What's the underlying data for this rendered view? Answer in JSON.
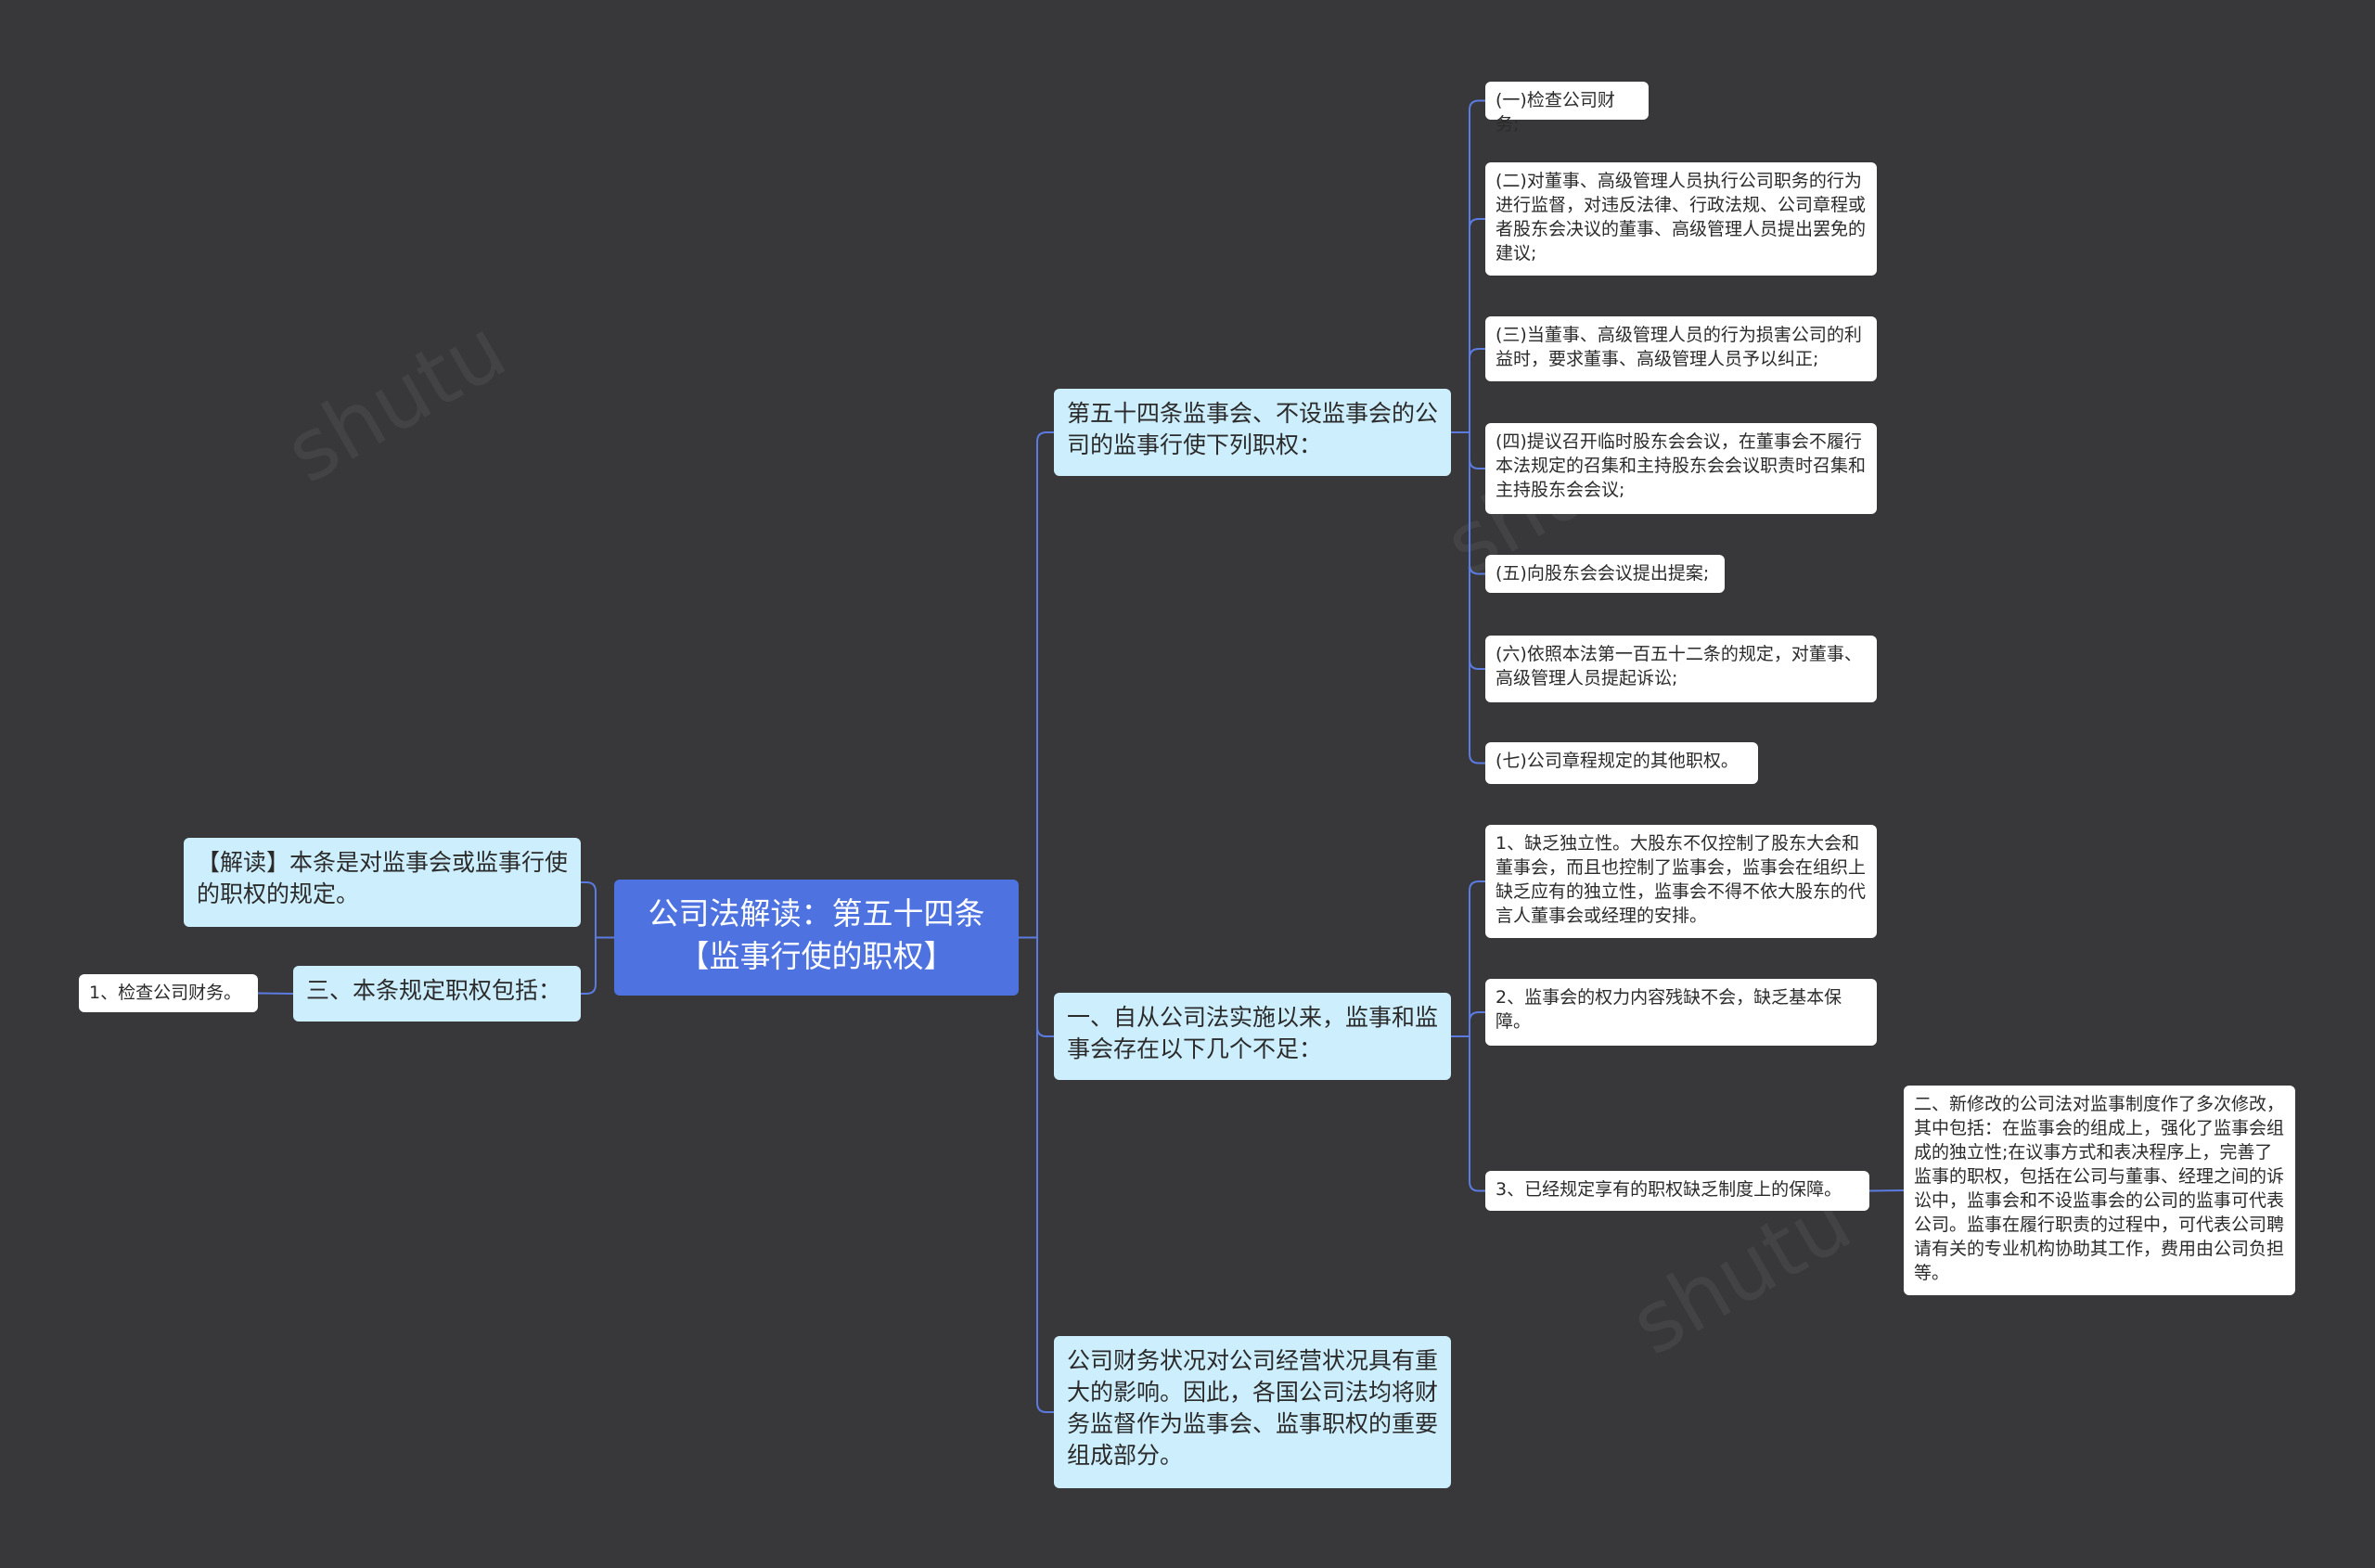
{
  "colors": {
    "background": "#38383a",
    "root_fill": "#4e73e0",
    "branch_fill": "#cdeefc",
    "leaf_fill": "#ffffff",
    "connector": "#5b7be0"
  },
  "watermark": "shutu",
  "mindmap": {
    "root": {
      "text": "公司法解读：第五十四条\n【监事行使的职权】"
    },
    "left": [
      {
        "text": "【解读】本条是对监事会或监事行使的职权的规定。"
      },
      {
        "text": "三、本条规定职权包括：",
        "children": [
          {
            "text": "1、检查公司财务。"
          }
        ]
      }
    ],
    "right": [
      {
        "text": "第五十四条监事会、不设监事会的公司的监事行使下列职权：",
        "children": [
          {
            "text": "(一)检查公司财务;"
          },
          {
            "text": "(二)对董事、高级管理人员执行公司职务的行为进行监督，对违反法律、行政法规、公司章程或者股东会决议的董事、高级管理人员提出罢免的建议;"
          },
          {
            "text": "(三)当董事、高级管理人员的行为损害公司的利益时，要求董事、高级管理人员予以纠正;"
          },
          {
            "text": "(四)提议召开临时股东会会议，在董事会不履行本法规定的召集和主持股东会会议职责时召集和主持股东会会议;"
          },
          {
            "text": "(五)向股东会会议提出提案;"
          },
          {
            "text": "(六)依照本法第一百五十二条的规定，对董事、高级管理人员提起诉讼;"
          },
          {
            "text": "(七)公司章程规定的其他职权。"
          }
        ]
      },
      {
        "text": "一、自从公司法实施以来，监事和监事会存在以下几个不足：",
        "children": [
          {
            "text": "1、缺乏独立性。大股东不仅控制了股东大会和董事会，而且也控制了监事会，监事会在组织上缺乏应有的独立性，监事会不得不依大股东的代言人董事会或经理的安排。"
          },
          {
            "text": "2、监事会的权力内容残缺不会，缺乏基本保障。"
          },
          {
            "text": "3、已经规定享有的职权缺乏制度上的保障。",
            "children": [
              {
                "text": "二、新修改的公司法对监事制度作了多次修改，其中包括：在监事会的组成上，强化了监事会组成的独立性;在议事方式和表决程序上，完善了监事的职权，包括在公司与董事、经理之间的诉讼中，监事会和不设监事会的公司的监事可代表公司。监事在履行职责的过程中，可代表公司聘请有关的专业机构协助其工作，费用由公司负担等。"
              }
            ]
          }
        ]
      },
      {
        "text": "公司财务状况对公司经营状况具有重大的影响。因此，各国公司法均将财务监督作为监事会、监事职权的重要 组成部分。"
      }
    ]
  }
}
